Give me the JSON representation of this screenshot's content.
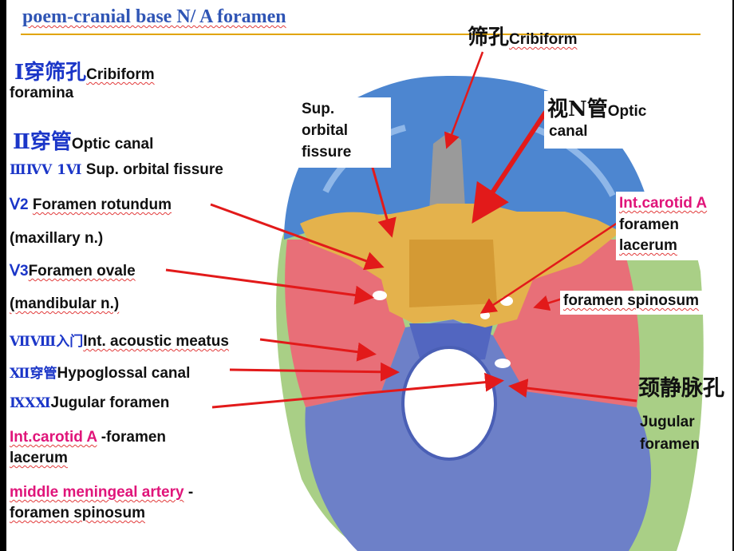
{
  "title": "poem-cranial base N/ A foramen",
  "left": {
    "l1_roman": "Ⅰ穿筛孔",
    "l1_en": "Cribiform",
    "l1b": "foramina",
    "l2_roman": "Ⅱ穿管",
    "l2_en": "Optic canal",
    "l3_roman": "ⅢⅣⅤ 1Ⅵ",
    "l3_en": "Sup. orbital fissure",
    "l4_roman": "Ⅴ2",
    "l4_en": "Foramen rotundum",
    "l4b": "(maxillary n.)",
    "l5_roman": "Ⅴ3",
    "l5_en": "Foramen ovale",
    "l5b": "(mandibular n.)",
    "l6_roman": "ⅦⅧ入门",
    "l6_en": "Int. acoustic meatus",
    "l7_roman": "Ⅻ穿管",
    "l7_en": "Hypoglossal canal",
    "l8_roman": "ⅨⅩⅪ",
    "l8_en": "Jugular foramen",
    "l9_pink": "Int.carotid A",
    "l9_rest": " -foramen",
    "l9b": "lacerum",
    "l10_pink": "middle meningeal artery",
    "l10_rest": " -",
    "l10b": "foramen spinosum"
  },
  "callouts": {
    "cribiform_cn": "筛孔",
    "cribiform_en": "Cribiform",
    "sup_orbital_1": "Sup.",
    "sup_orbital_2": "orbital",
    "sup_orbital_3": "fissure",
    "optic_cn": "视N管",
    "optic_en": "Optic",
    "optic_en2": "canal",
    "carotid_1": "Int.carotid A",
    "carotid_2": "foramen",
    "carotid_3": "lacerum",
    "spinosum": "foramen spinosum",
    "jugular_cn": "颈静脉孔",
    "jugular_1": "Jugular",
    "jugular_2": "foramen"
  },
  "colors": {
    "title": "#2f55b5",
    "left_roman": "#1b36c8",
    "pink": "#e0157a",
    "arrow": "#e21a1a",
    "anterior_fossa": "#4d86d0",
    "middle_fossa": "#e86f78",
    "posterior_fossa": "#6d80c8",
    "sphenoid": "#e4b24c",
    "temporal_rim": "#a9cf86"
  }
}
